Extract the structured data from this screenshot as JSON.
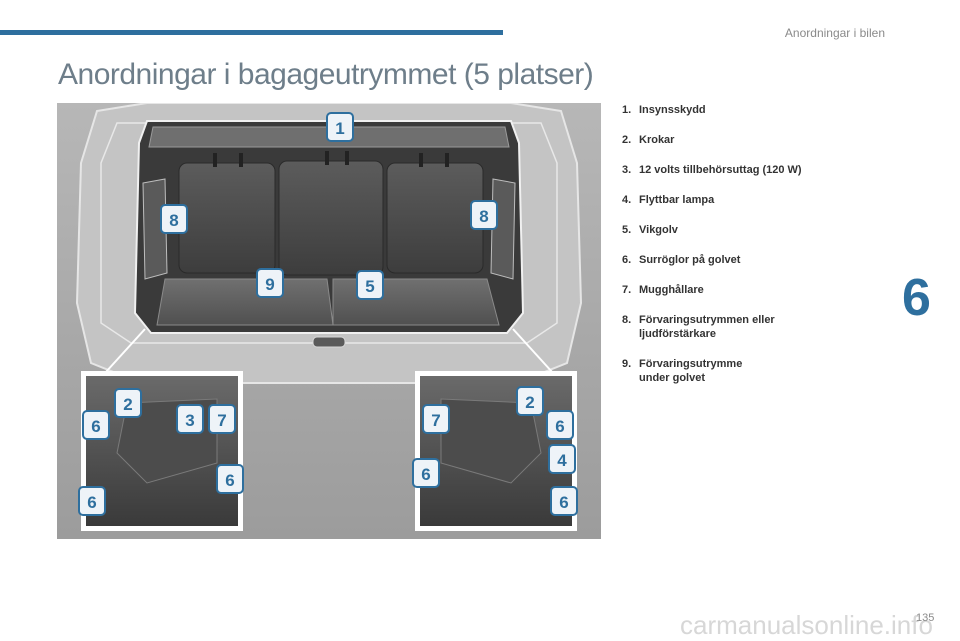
{
  "header": {
    "section_title": "Anordningar i bilen",
    "page_title": "Anordningar i bagageutrymmet (5 platser)",
    "chapter_number": "6"
  },
  "footer": {
    "page_number": "135",
    "watermark": "carmanualsonline.info"
  },
  "legend": [
    {
      "num": "1.",
      "text": "Insynsskydd"
    },
    {
      "num": "2.",
      "text": "Krokar"
    },
    {
      "num": "3.",
      "text": "12 volts tillbehörsuttag (120 W)"
    },
    {
      "num": "4.",
      "text": "Flyttbar lampa"
    },
    {
      "num": "5.",
      "text": "Vikgolv"
    },
    {
      "num": "6.",
      "text": "Surröglor på golvet"
    },
    {
      "num": "7.",
      "text": "Mugghållare"
    },
    {
      "num": "8.",
      "text": "Förvaringsutrymmen eller\nljudförstärkare"
    },
    {
      "num": "9.",
      "text": "Förvaringsutrymme\nunder golvet"
    }
  ],
  "callouts": {
    "main": [
      "1",
      "8",
      "8",
      "9",
      "5"
    ],
    "left_inset": [
      "2",
      "6",
      "3",
      "7",
      "6",
      "6"
    ],
    "right_inset": [
      "7",
      "2",
      "6",
      "6",
      "4",
      "6"
    ]
  }
}
